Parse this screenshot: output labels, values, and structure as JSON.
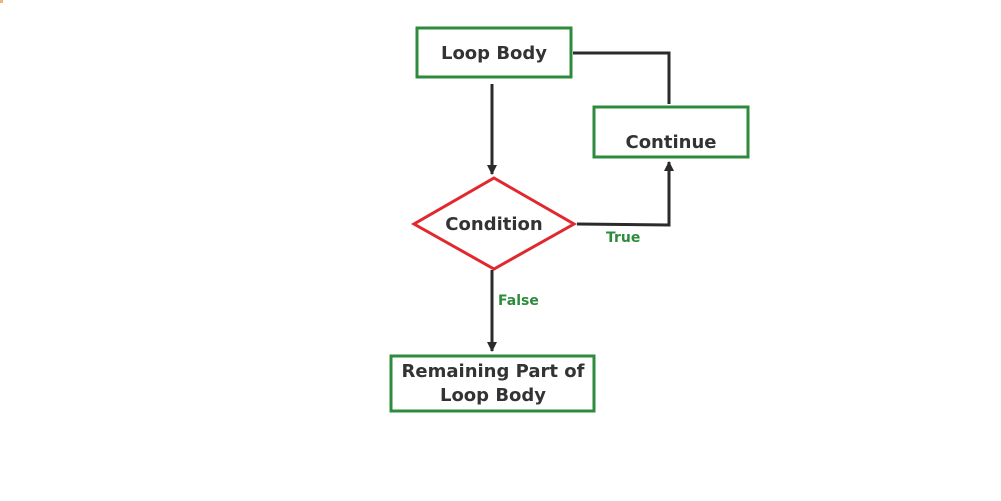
{
  "colors": {
    "box_border": "#2e8b3e",
    "decision_border": "#e0282e",
    "edge": "#2b2b2b",
    "edge_label": "#2e8b3e",
    "text": "#333333"
  },
  "nodes": {
    "loop_body": {
      "label": "Loop Body"
    },
    "continue": {
      "label": "Continue"
    },
    "condition": {
      "label": "Condition"
    },
    "remaining": {
      "label_line1": "Remaining Part of",
      "label_line2": "Loop Body"
    }
  },
  "edges": {
    "true_label": "True",
    "false_label": "False"
  }
}
